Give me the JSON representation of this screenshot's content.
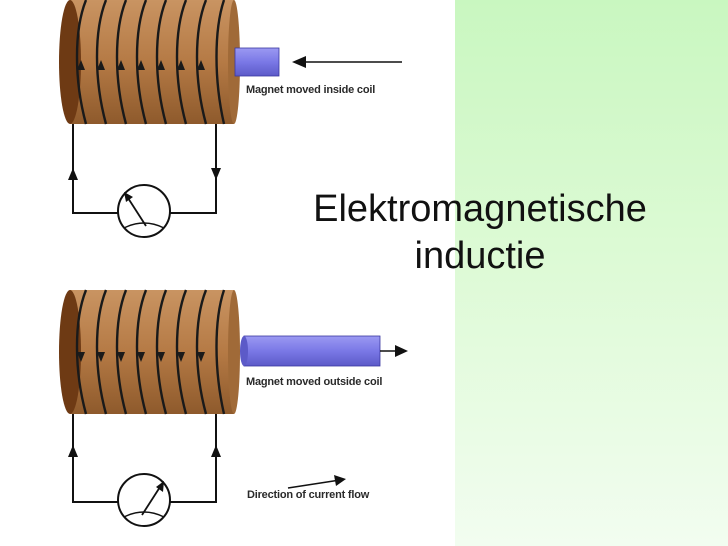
{
  "slide": {
    "title_line1": "Elektromagnetische",
    "title_line2": "inductie"
  },
  "diagram": {
    "top_label": "Magnet moved inside coil",
    "bottom_label": "Magnet moved outside coil",
    "legend_label": "Direction of current flow"
  },
  "colors": {
    "coil": "#b57a45",
    "coil_dark": "#6e3a14",
    "magnet": "#7a78e6",
    "background_accent": "#c9f7c0"
  }
}
